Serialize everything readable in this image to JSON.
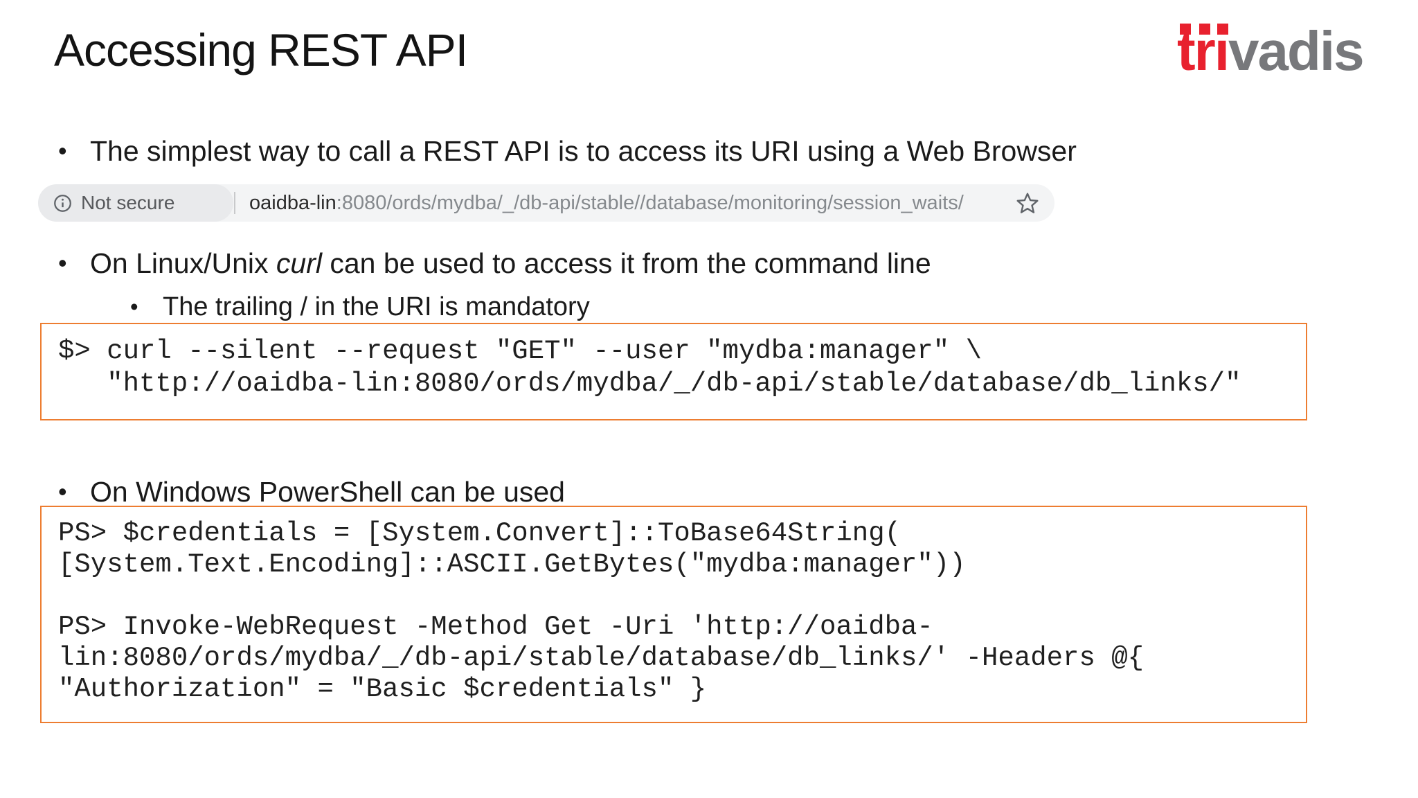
{
  "title": "Accessing REST API",
  "logo": {
    "red_text": "trı",
    "gray_text": "vadis"
  },
  "colors": {
    "accent_orange": "#ED7D31",
    "logo_red": "#e8212e",
    "logo_gray": "#77787b"
  },
  "bullets": {
    "b1": "The simplest way to call a REST API is to access its URI using a Web Browser",
    "b2_pre": "On Linux/Unix ",
    "b2_em": "curl",
    "b2_post": " can be used to access it from the command line",
    "b2_sub": "The trailing / in the URI is mandatory",
    "b3": "On Windows PowerShell can be used"
  },
  "address_bar": {
    "security_label": "Not secure",
    "url_host": "oaidba-lin",
    "url_rest": ":8080/ords/mydba/_/db-api/stable//database/monitoring/session_waits/",
    "star_icon": "bookmark-star-outline",
    "info_icon": "info-circle-outline"
  },
  "code_blocks": {
    "curl": "$> curl --silent --request \"GET\" --user \"mydba:manager\" \\\n   \"http://oaidba-lin:8080/ords/mydba/_/db-api/stable/database/db_links/\"",
    "powershell": "PS> $credentials = [System.Convert]::ToBase64String(\n[System.Text.Encoding]::ASCII.GetBytes(\"mydba:manager\"))\n\nPS> Invoke-WebRequest -Method Get -Uri 'http://oaidba-\nlin:8080/ords/mydba/_/db-api/stable/database/db_links/' -Headers @{\n\"Authorization\" = \"Basic $credentials\" }"
  }
}
